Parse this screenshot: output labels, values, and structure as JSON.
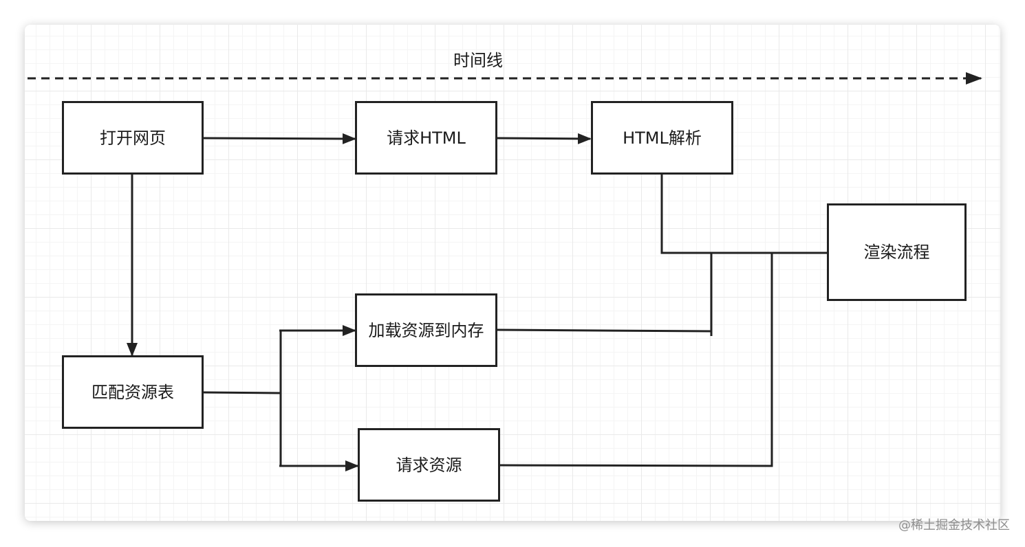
{
  "timeline": {
    "label": "时间线"
  },
  "nodes": {
    "open_page": "打开网页",
    "request_html": "请求HTML",
    "html_parse": "HTML解析",
    "render_flow": "渲染流程",
    "load_to_memory": "加载资源到内存",
    "match_table": "匹配资源表",
    "request_resource": "请求资源"
  },
  "watermark": {
    "text": "@稀土掘金技术社区"
  },
  "colors": {
    "stroke": "#222222",
    "grid_major": "#e9e9e9",
    "grid_minor": "#f4f4f4",
    "watermark": "#8e8e8e"
  }
}
